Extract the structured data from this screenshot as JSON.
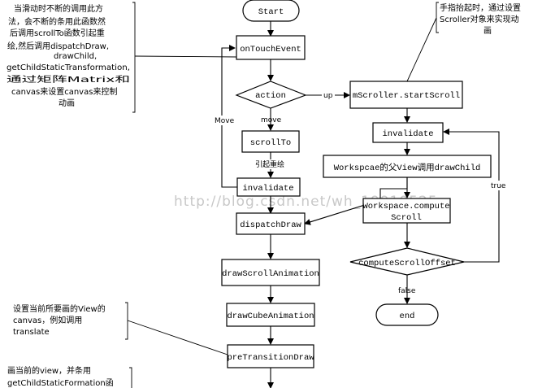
{
  "nodes": {
    "start": "Start",
    "onTouchEvent": "onTouchEvent",
    "action": "action",
    "scrollTo": "scrollTo",
    "invalidate_left": "invalidate",
    "dispatchDraw": "dispatchDraw",
    "drawScrollAnimation": "drawScrollAnimation",
    "drawCubeAnimation": "drawCubeAnimation",
    "preTransitionDraw": "preTransitionDraw",
    "startScroll": "mScroller.startScroll",
    "invalidate_right": "invalidate",
    "drawChild": "Workspcae的父View调用drawChild",
    "computeScroll": [
      "Workspace.compute",
      "Scroll"
    ],
    "computeScrollOffset": "computeScrollOffset",
    "end": "end"
  },
  "edge_labels": {
    "up": "up",
    "move": "move",
    "Move": "Move",
    "redraw": "引起重绘",
    "true": "true",
    "false": "false"
  },
  "comments": {
    "top_left": [
      "当滑动时不断的调用此方",
      "法，会不断的条用此函数然",
      "后调用scrollTo函数引起重",
      "绘,然后调用dispatchDraw,",
      "drawChild,",
      "getChildStaticTransformation,通过矩阵Matrix和",
      "canvas来设置canvas来控制",
      "动画"
    ],
    "top_right": [
      "手指抬起时，通过设置",
      "Scroller对象来实现动",
      "画"
    ],
    "mid_left": [
      "设置当前所要画的View的",
      "canvas，例如调用",
      "translate"
    ],
    "bottom_left": [
      "画当前的view，并条用",
      "getChildStaticFormation函"
    ]
  },
  "watermark": "http://blog.csdn.net/wh_19910525"
}
